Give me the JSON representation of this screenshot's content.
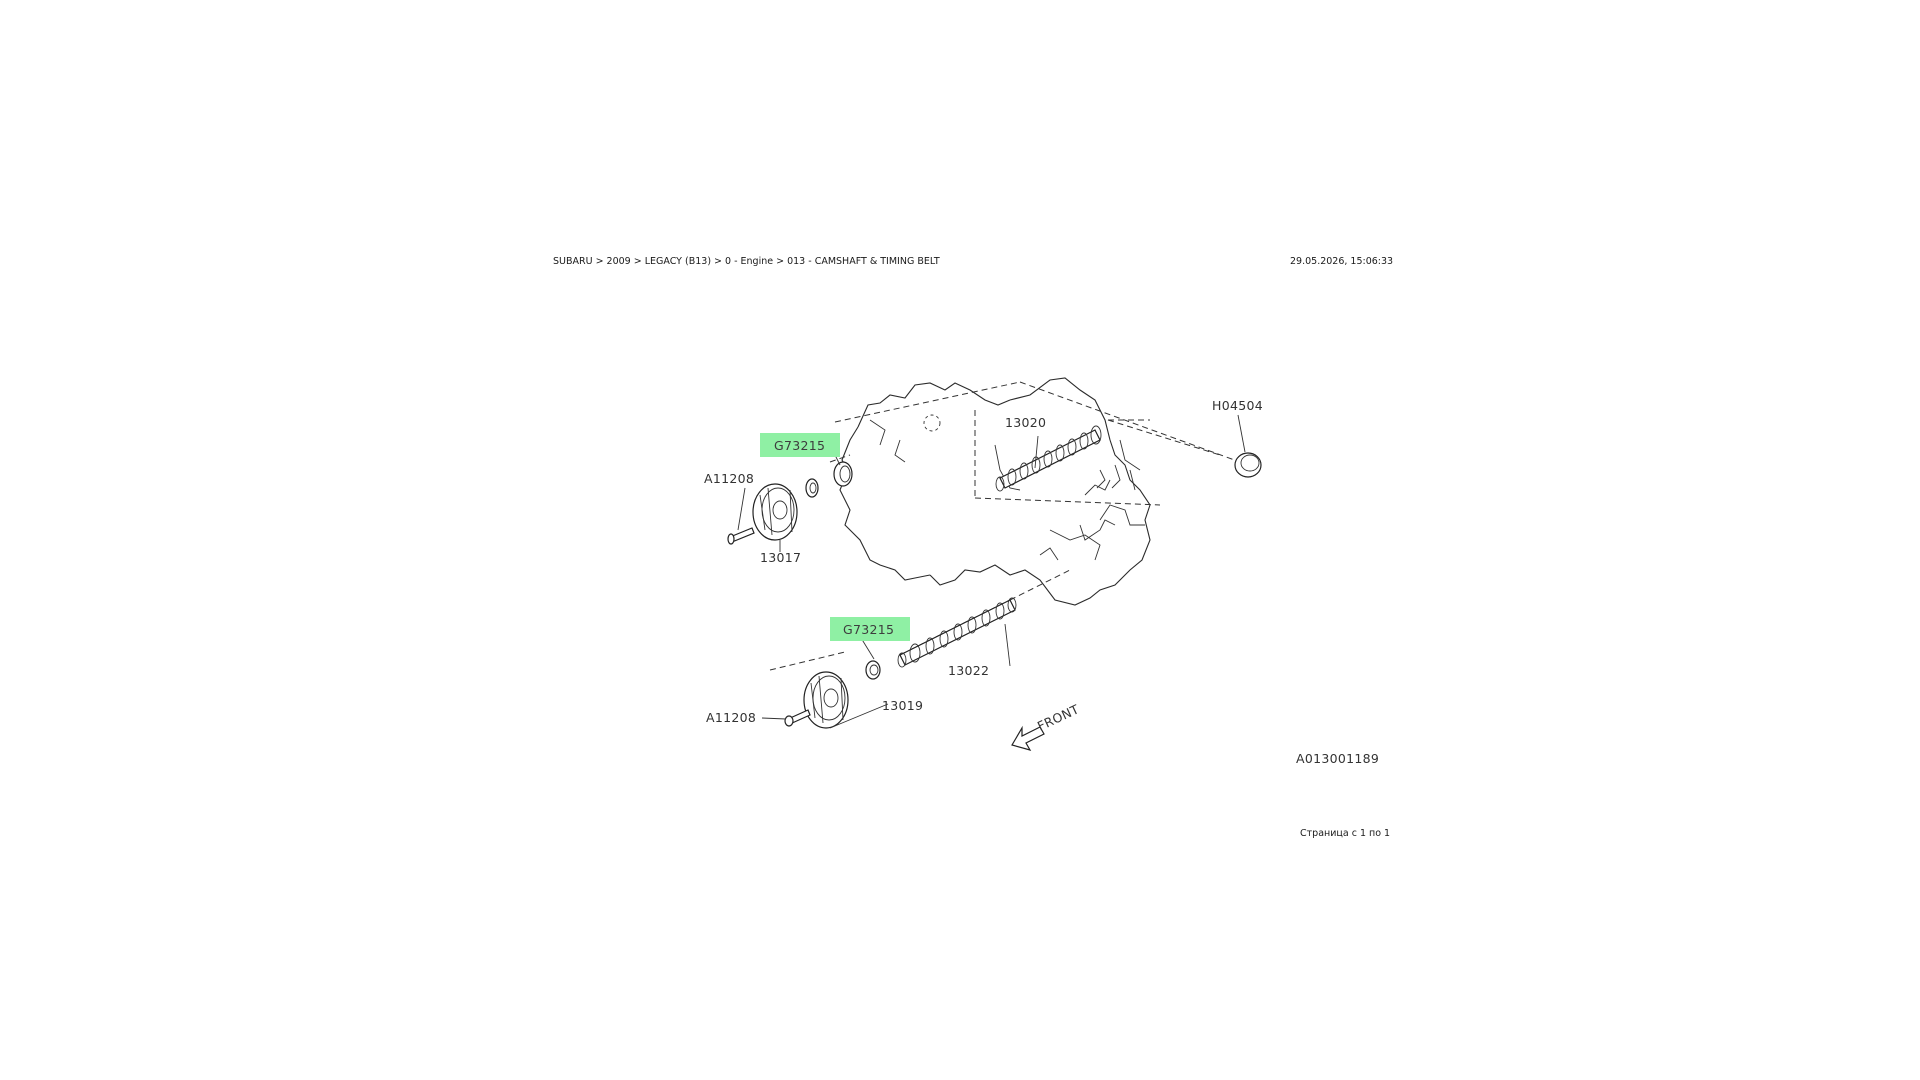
{
  "header": {
    "breadcrumb": "SUBARU > 2009 > LEGACY (B13) > 0 - Engine > 013 - CAMSHAFT & TIMING BELT",
    "timestamp": "29.05.2026, 15:06:33"
  },
  "footer": {
    "pager": "Страница с 1 по 1"
  },
  "diagram": {
    "ref_code": "A013001189",
    "front_label": "FRONT",
    "highlight_color": "#8ff0a4",
    "parts": {
      "seal_upper": "G73215",
      "seal_lower": "G73215",
      "bolt_upper": "A11208",
      "bolt_lower": "A11208",
      "sprocket_upper": "13017",
      "sprocket_lower": "13019",
      "camshaft_upper": "13020",
      "camshaft_lower": "13022",
      "plug": "H04504"
    }
  }
}
